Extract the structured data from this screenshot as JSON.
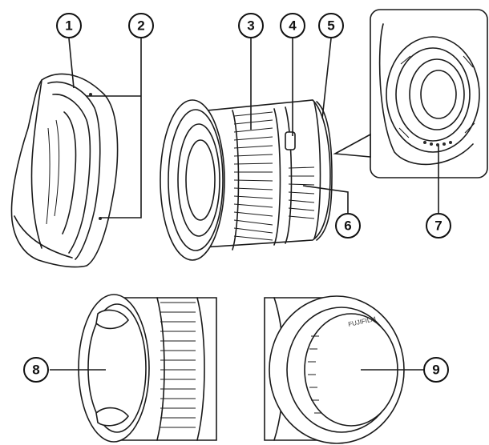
{
  "callouts": [
    {
      "id": "1",
      "label": "1"
    },
    {
      "id": "2",
      "label": "2"
    },
    {
      "id": "3",
      "label": "3"
    },
    {
      "id": "4",
      "label": "4"
    },
    {
      "id": "5",
      "label": "5"
    },
    {
      "id": "6",
      "label": "6"
    },
    {
      "id": "7",
      "label": "7"
    },
    {
      "id": "8",
      "label": "8"
    },
    {
      "id": "9",
      "label": "9"
    }
  ],
  "rear_cap_lettering": "FUJIFILM"
}
